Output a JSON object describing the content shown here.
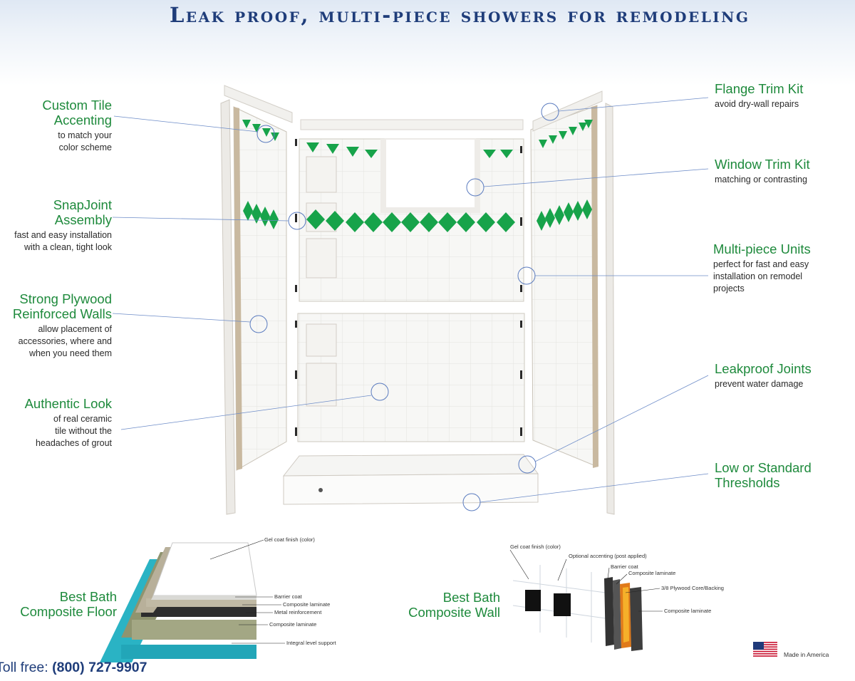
{
  "header": {
    "title": "Leak proof, multi-piece showers for remodeling"
  },
  "features_left": [
    {
      "title_lines": [
        "Custom Tile",
        "Accenting"
      ],
      "desc_lines": [
        "to match your",
        "color scheme"
      ]
    },
    {
      "title_lines": [
        "SnapJoint",
        "Assembly"
      ],
      "desc_lines": [
        "fast and easy installation",
        "with a clean, tight look"
      ]
    },
    {
      "title_lines": [
        "Strong Plywood",
        "Reinforced Walls"
      ],
      "desc_lines": [
        "allow placement of",
        "accessories, where and",
        "when you need them"
      ]
    },
    {
      "title_lines": [
        "Authentic Look"
      ],
      "desc_lines": [
        "of real ceramic",
        "tile without the",
        "headaches of grout"
      ]
    }
  ],
  "features_right": [
    {
      "title_lines": [
        "Flange Trim Kit"
      ],
      "desc_lines": [
        "avoid dry-wall repairs"
      ]
    },
    {
      "title_lines": [
        "Window Trim Kit"
      ],
      "desc_lines": [
        "matching or contrasting"
      ]
    },
    {
      "title_lines": [
        "Multi-piece Units"
      ],
      "desc_lines": [
        "perfect for fast and easy",
        "installation on remodel",
        "projects"
      ]
    },
    {
      "title_lines": [
        "Leakproof Joints"
      ],
      "desc_lines": [
        "prevent water damage"
      ]
    },
    {
      "title_lines": [
        "Low or Standard",
        "Thresholds"
      ],
      "desc_lines": []
    }
  ],
  "floor": {
    "title_lines": [
      "Best Bath",
      "Composite Floor"
    ],
    "labels": [
      "Gel coat finish (color)",
      "Barrier coat",
      "Composite laminate",
      "Metal reinforcement",
      "Composite laminate",
      "Integral level support"
    ]
  },
  "wall": {
    "title_lines": [
      "Best Bath",
      "Composite Wall"
    ],
    "labels": [
      "Gel coat finish (color)",
      "Optional accenting (post applied)",
      "Barrier coat",
      "Composite laminate",
      "3/8 Plywood Core/Backing",
      "Composite laminate"
    ]
  },
  "footer": {
    "toll_label": "Toll free:",
    "phone": "(800) 727-9907",
    "made_in": "Made in America"
  },
  "colors": {
    "accent_green": "#1e8a3c",
    "header_blue": "#1f3d7a",
    "tile_green": "#17a34a"
  }
}
